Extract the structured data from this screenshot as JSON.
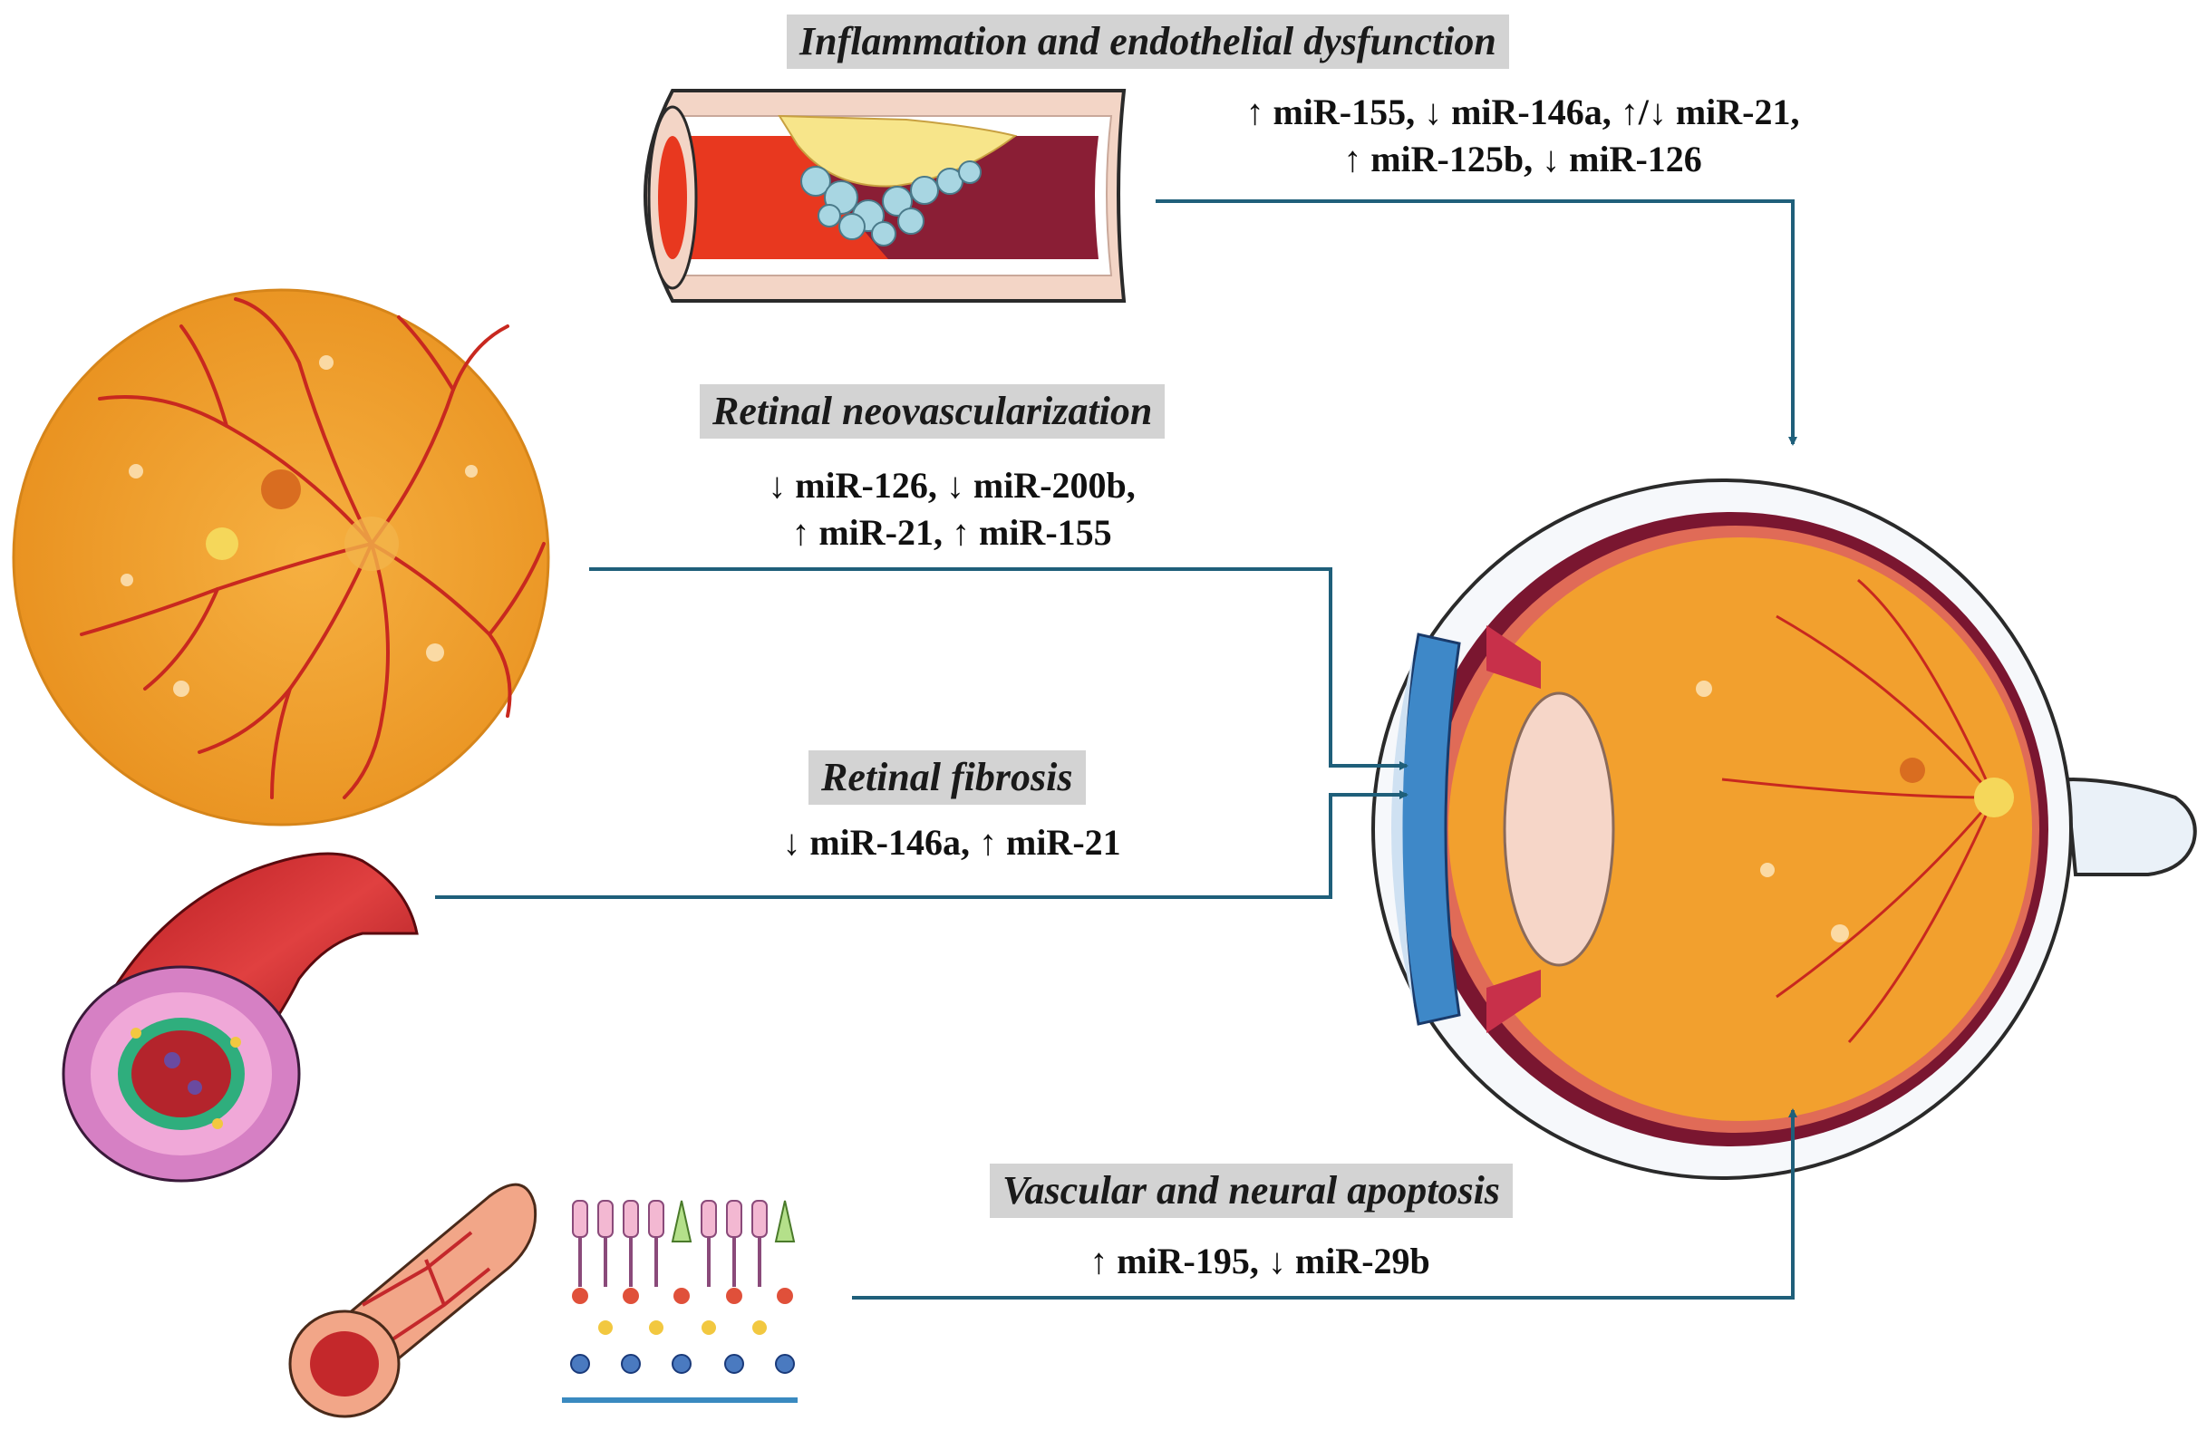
{
  "pathways": [
    {
      "title": "Inflammation and endothelial dysfunction",
      "mirna_lines": [
        "↑ miR-155, ↓ miR-146a, ↑/↓ miR-21,",
        "↑ miR-125b, ↓ miR-126"
      ]
    },
    {
      "title": "Retinal neovascularization",
      "mirna_lines": [
        "↓ miR-126, ↓ miR-200b,",
        "↑ miR-21, ↑ miR-155"
      ]
    },
    {
      "title": "Retinal fibrosis",
      "mirna_lines": [
        "↓ miR-146a, ↑ miR-21"
      ]
    },
    {
      "title": "Vascular and neural apoptosis",
      "mirna_lines": [
        "↑ miR-195, ↓ miR-29b"
      ]
    }
  ],
  "colors": {
    "arrow": "#1f5f7a",
    "label_box": "#d3d3d3",
    "retina_orange": "#f2a02e",
    "vessel_red": "#c0282b",
    "eye_outer": "#f6f8fb"
  },
  "illustrations": [
    "artery-plaque-icon",
    "retina-fundus-icon",
    "blood-vessel-cross-section-icon",
    "capillary-icon",
    "retina-layers-icon",
    "eye-cross-section-icon"
  ]
}
